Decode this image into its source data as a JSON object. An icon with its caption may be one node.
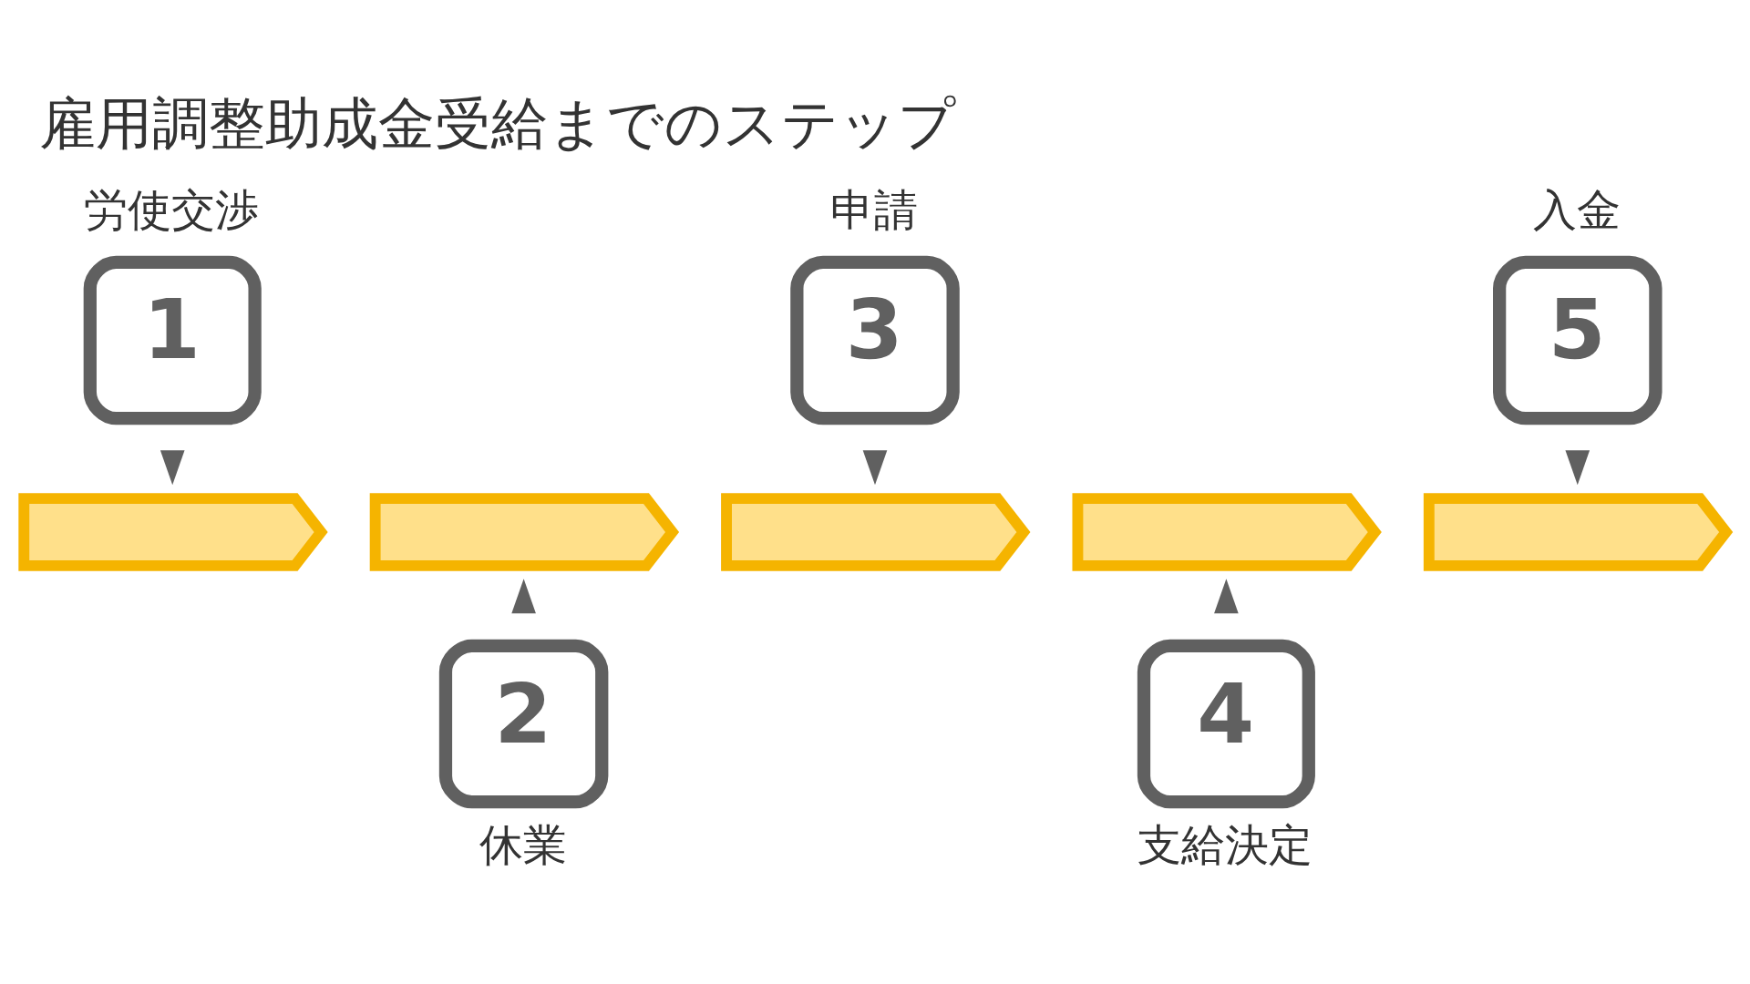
{
  "diagram": {
    "title": "雇用調整助成金受給までのステップ",
    "nodes": [
      {
        "text": [
          "労使交渉",
          "1"
        ]
      },
      {
        "text": [
          "申請",
          "3"
        ]
      },
      {
        "text": [
          "入金",
          "5"
        ]
      },
      {
        "text": [],
        "shape": "chevron"
      },
      {
        "text": [],
        "shape": "chevron"
      },
      {
        "text": [],
        "shape": "chevron"
      },
      {
        "text": [],
        "shape": "chevron"
      },
      {
        "text": [],
        "shape": "chevron"
      },
      {
        "text": [
          "2",
          "休業"
        ]
      },
      {
        "text": [
          "4",
          "支給決定"
        ]
      }
    ],
    "edges": [
      {
        "from": 0,
        "to": 3,
        "arrow": "to"
      },
      {
        "from": 8,
        "to": 4,
        "arrow": "to"
      },
      {
        "from": 1,
        "to": 5,
        "arrow": "to"
      },
      {
        "from": 9,
        "to": 6,
        "arrow": "to"
      },
      {
        "from": 2,
        "to": 7,
        "arrow": "to"
      }
    ]
  }
}
